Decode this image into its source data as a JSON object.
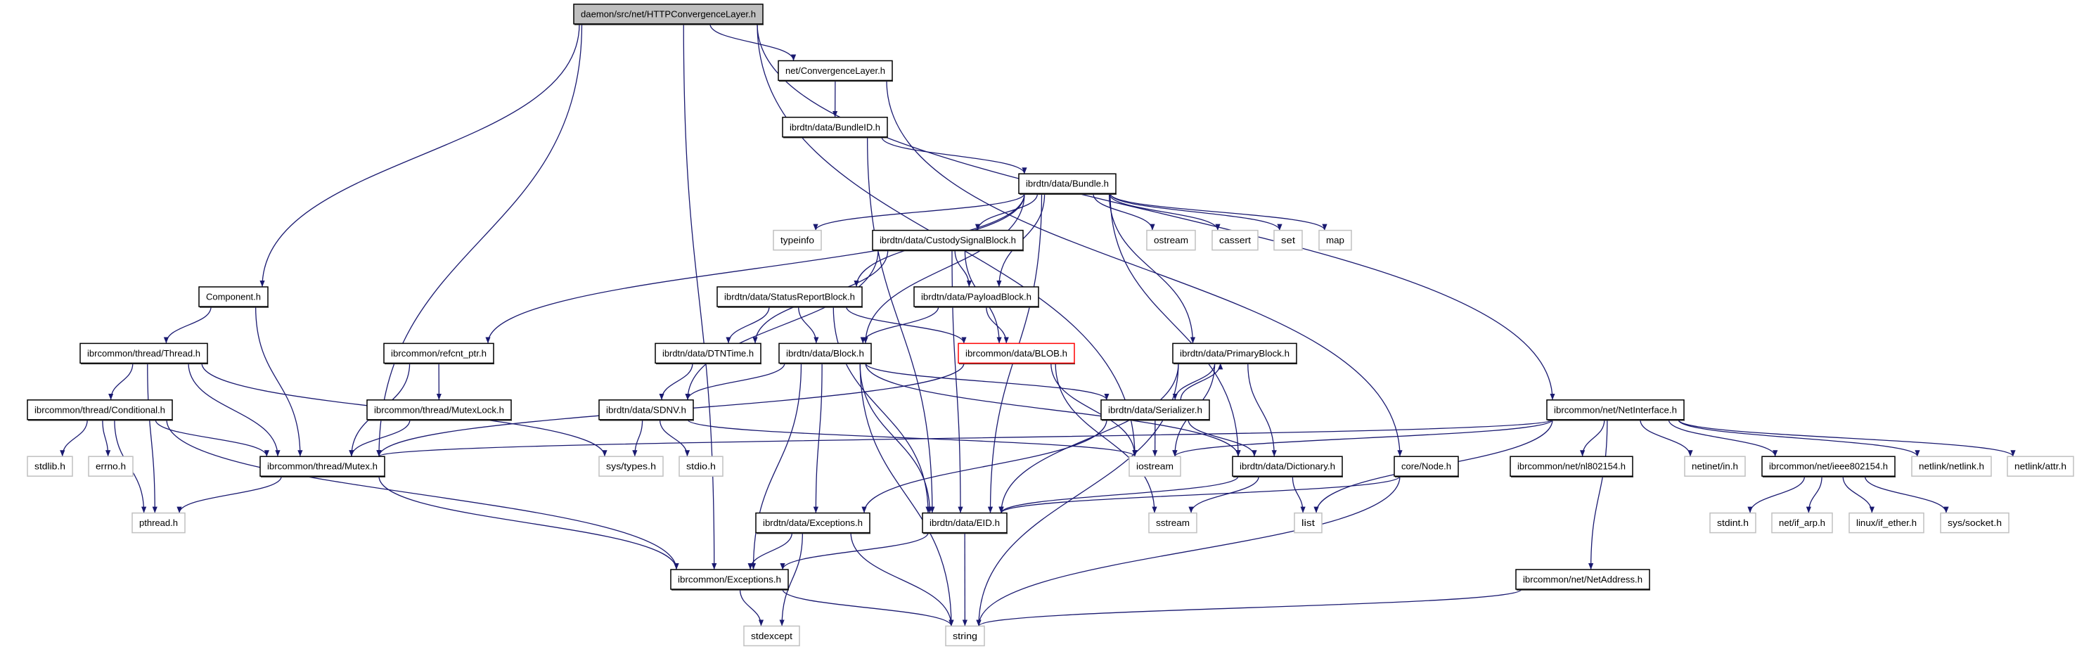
{
  "colors": {
    "edge": "#191970",
    "root_fill": "#bfbfbf",
    "box_border": "#000000",
    "external_border": "#c0c0c0",
    "highlight_border": "#ff0000",
    "box_fill": "#ffffff"
  },
  "nodes": [
    {
      "id": "root",
      "label": "daemon/src/net/HTTPConvergenceLayer.h",
      "kind": "root"
    },
    {
      "id": "convlayer",
      "label": "net/ConvergenceLayer.h",
      "kind": "normal"
    },
    {
      "id": "bundleid",
      "label": "ibrdtn/data/BundleID.h",
      "kind": "normal"
    },
    {
      "id": "bundle",
      "label": "ibrdtn/data/Bundle.h",
      "kind": "normal"
    },
    {
      "id": "typeinfo",
      "label": "typeinfo",
      "kind": "external"
    },
    {
      "id": "custody",
      "label": "ibrdtn/data/CustodySignalBlock.h",
      "kind": "normal"
    },
    {
      "id": "ostream",
      "label": "ostream",
      "kind": "external"
    },
    {
      "id": "cassert",
      "label": "cassert",
      "kind": "external"
    },
    {
      "id": "set",
      "label": "set",
      "kind": "external"
    },
    {
      "id": "map",
      "label": "map",
      "kind": "external"
    },
    {
      "id": "component",
      "label": "Component.h",
      "kind": "normal"
    },
    {
      "id": "statusreport",
      "label": "ibrdtn/data/StatusReportBlock.h",
      "kind": "normal"
    },
    {
      "id": "payload",
      "label": "ibrdtn/data/PayloadBlock.h",
      "kind": "normal"
    },
    {
      "id": "thread",
      "label": "ibrcommon/thread/Thread.h",
      "kind": "normal"
    },
    {
      "id": "refcnt",
      "label": "ibrcommon/refcnt_ptr.h",
      "kind": "normal"
    },
    {
      "id": "dtntime",
      "label": "ibrdtn/data/DTNTime.h",
      "kind": "normal"
    },
    {
      "id": "block",
      "label": "ibrdtn/data/Block.h",
      "kind": "normal"
    },
    {
      "id": "blob",
      "label": "ibrcommon/data/BLOB.h",
      "kind": "highlight"
    },
    {
      "id": "primary",
      "label": "ibrdtn/data/PrimaryBlock.h",
      "kind": "normal"
    },
    {
      "id": "conditional",
      "label": "ibrcommon/thread/Conditional.h",
      "kind": "normal"
    },
    {
      "id": "mutexlock",
      "label": "ibrcommon/thread/MutexLock.h",
      "kind": "normal"
    },
    {
      "id": "sdnv",
      "label": "ibrdtn/data/SDNV.h",
      "kind": "normal"
    },
    {
      "id": "serializer",
      "label": "ibrdtn/data/Serializer.h",
      "kind": "normal"
    },
    {
      "id": "netinterface",
      "label": "ibrcommon/net/NetInterface.h",
      "kind": "normal"
    },
    {
      "id": "stdlib",
      "label": "stdlib.h",
      "kind": "external"
    },
    {
      "id": "errno",
      "label": "errno.h",
      "kind": "external"
    },
    {
      "id": "mutex",
      "label": "ibrcommon/thread/Mutex.h",
      "kind": "normal"
    },
    {
      "id": "systypes",
      "label": "sys/types.h",
      "kind": "external"
    },
    {
      "id": "stdio",
      "label": "stdio.h",
      "kind": "external"
    },
    {
      "id": "iostream",
      "label": "iostream",
      "kind": "external"
    },
    {
      "id": "dictionary",
      "label": "ibrdtn/data/Dictionary.h",
      "kind": "normal"
    },
    {
      "id": "node",
      "label": "core/Node.h",
      "kind": "normal"
    },
    {
      "id": "nl802154",
      "label": "ibrcommon/net/nl802154.h",
      "kind": "normal"
    },
    {
      "id": "netinetin",
      "label": "netinet/in.h",
      "kind": "external"
    },
    {
      "id": "ieee802154",
      "label": "ibrcommon/net/ieee802154.h",
      "kind": "normal"
    },
    {
      "id": "netlink",
      "label": "netlink/netlink.h",
      "kind": "external"
    },
    {
      "id": "attr",
      "label": "netlink/attr.h",
      "kind": "external"
    },
    {
      "id": "pthread",
      "label": "pthread.h",
      "kind": "external"
    },
    {
      "id": "dtnexceptions",
      "label": "ibrdtn/data/Exceptions.h",
      "kind": "normal"
    },
    {
      "id": "eid",
      "label": "ibrdtn/data/EID.h",
      "kind": "normal"
    },
    {
      "id": "sstream",
      "label": "sstream",
      "kind": "external"
    },
    {
      "id": "list",
      "label": "list",
      "kind": "external"
    },
    {
      "id": "stdint",
      "label": "stdint.h",
      "kind": "external"
    },
    {
      "id": "ifarp",
      "label": "net/if_arp.h",
      "kind": "external"
    },
    {
      "id": "ifether",
      "label": "linux/if_ether.h",
      "kind": "external"
    },
    {
      "id": "socket",
      "label": "sys/socket.h",
      "kind": "external"
    },
    {
      "id": "exceptions",
      "label": "ibrcommon/Exceptions.h",
      "kind": "normal"
    },
    {
      "id": "netaddress",
      "label": "ibrcommon/net/NetAddress.h",
      "kind": "normal"
    },
    {
      "id": "stdexcept",
      "label": "stdexcept",
      "kind": "external"
    },
    {
      "id": "string",
      "label": "string",
      "kind": "external"
    }
  ],
  "edges": [
    [
      "root",
      "component"
    ],
    [
      "root",
      "mutex"
    ],
    [
      "root",
      "exceptions"
    ],
    [
      "root",
      "convlayer"
    ],
    [
      "root",
      "iostream"
    ],
    [
      "root",
      "netinterface"
    ],
    [
      "convlayer",
      "bundleid"
    ],
    [
      "convlayer",
      "node"
    ],
    [
      "bundleid",
      "bundle"
    ],
    [
      "bundleid",
      "eid"
    ],
    [
      "bundle",
      "typeinfo"
    ],
    [
      "bundle",
      "custody"
    ],
    [
      "bundle",
      "statusreport"
    ],
    [
      "bundle",
      "block"
    ],
    [
      "bundle",
      "refcnt"
    ],
    [
      "bundle",
      "payload"
    ],
    [
      "bundle",
      "eid"
    ],
    [
      "bundle",
      "primary"
    ],
    [
      "bundle",
      "ostream"
    ],
    [
      "bundle",
      "cassert"
    ],
    [
      "bundle",
      "set"
    ],
    [
      "bundle",
      "map"
    ],
    [
      "bundle",
      "dictionary"
    ],
    [
      "custody",
      "dtntime"
    ],
    [
      "custody",
      "sdnv"
    ],
    [
      "custody",
      "payload"
    ],
    [
      "custody",
      "blob"
    ],
    [
      "custody",
      "eid"
    ],
    [
      "statusreport",
      "dtntime"
    ],
    [
      "statusreport",
      "block"
    ],
    [
      "statusreport",
      "blob"
    ],
    [
      "statusreport",
      "eid"
    ],
    [
      "payload",
      "block"
    ],
    [
      "payload",
      "blob"
    ],
    [
      "component",
      "thread"
    ],
    [
      "component",
      "mutex"
    ],
    [
      "thread",
      "conditional"
    ],
    [
      "thread",
      "mutex"
    ],
    [
      "thread",
      "pthread"
    ],
    [
      "thread",
      "systypes"
    ],
    [
      "refcnt",
      "mutex"
    ],
    [
      "refcnt",
      "mutexlock"
    ],
    [
      "mutexlock",
      "mutex"
    ],
    [
      "dtntime",
      "sdnv"
    ],
    [
      "block",
      "sdnv"
    ],
    [
      "block",
      "serializer"
    ],
    [
      "block",
      "dictionary"
    ],
    [
      "block",
      "eid"
    ],
    [
      "block",
      "dtnexceptions"
    ],
    [
      "block",
      "exceptions"
    ],
    [
      "block",
      "string"
    ],
    [
      "blob",
      "mutex"
    ],
    [
      "blob",
      "iostream"
    ],
    [
      "blob",
      "sstream"
    ],
    [
      "primary",
      "serializer"
    ],
    [
      "primary",
      "iostream"
    ],
    [
      "primary",
      "dictionary"
    ],
    [
      "primary",
      "eid"
    ],
    [
      "primary",
      "string"
    ],
    [
      "serializer",
      "primary"
    ],
    [
      "serializer",
      "iostream"
    ],
    [
      "serializer",
      "dictionary"
    ],
    [
      "serializer",
      "dtnexceptions"
    ],
    [
      "conditional",
      "stdlib"
    ],
    [
      "conditional",
      "errno"
    ],
    [
      "conditional",
      "pthread"
    ],
    [
      "conditional",
      "mutex"
    ],
    [
      "conditional",
      "exceptions"
    ],
    [
      "sdnv",
      "systypes"
    ],
    [
      "sdnv",
      "stdio"
    ],
    [
      "sdnv",
      "iostream"
    ],
    [
      "netinterface",
      "mutex"
    ],
    [
      "netinterface",
      "iostream"
    ],
    [
      "netinterface",
      "list"
    ],
    [
      "netinterface",
      "nl802154"
    ],
    [
      "netinterface",
      "netinetin"
    ],
    [
      "netinterface",
      "ieee802154"
    ],
    [
      "netinterface",
      "netlink"
    ],
    [
      "netinterface",
      "attr"
    ],
    [
      "netinterface",
      "netaddress"
    ],
    [
      "mutex",
      "pthread"
    ],
    [
      "mutex",
      "exceptions"
    ],
    [
      "dictionary",
      "eid"
    ],
    [
      "dictionary",
      "sstream"
    ],
    [
      "dictionary",
      "list"
    ],
    [
      "node",
      "eid"
    ],
    [
      "node",
      "string"
    ],
    [
      "ieee802154",
      "stdint"
    ],
    [
      "ieee802154",
      "ifarp"
    ],
    [
      "ieee802154",
      "ifether"
    ],
    [
      "ieee802154",
      "socket"
    ],
    [
      "dtnexceptions",
      "exceptions"
    ],
    [
      "dtnexceptions",
      "stdexcept"
    ],
    [
      "dtnexceptions",
      "string"
    ],
    [
      "eid",
      "exceptions"
    ],
    [
      "eid",
      "string"
    ],
    [
      "netaddress",
      "string"
    ],
    [
      "exceptions",
      "stdexcept"
    ],
    [
      "exceptions",
      "string"
    ]
  ]
}
